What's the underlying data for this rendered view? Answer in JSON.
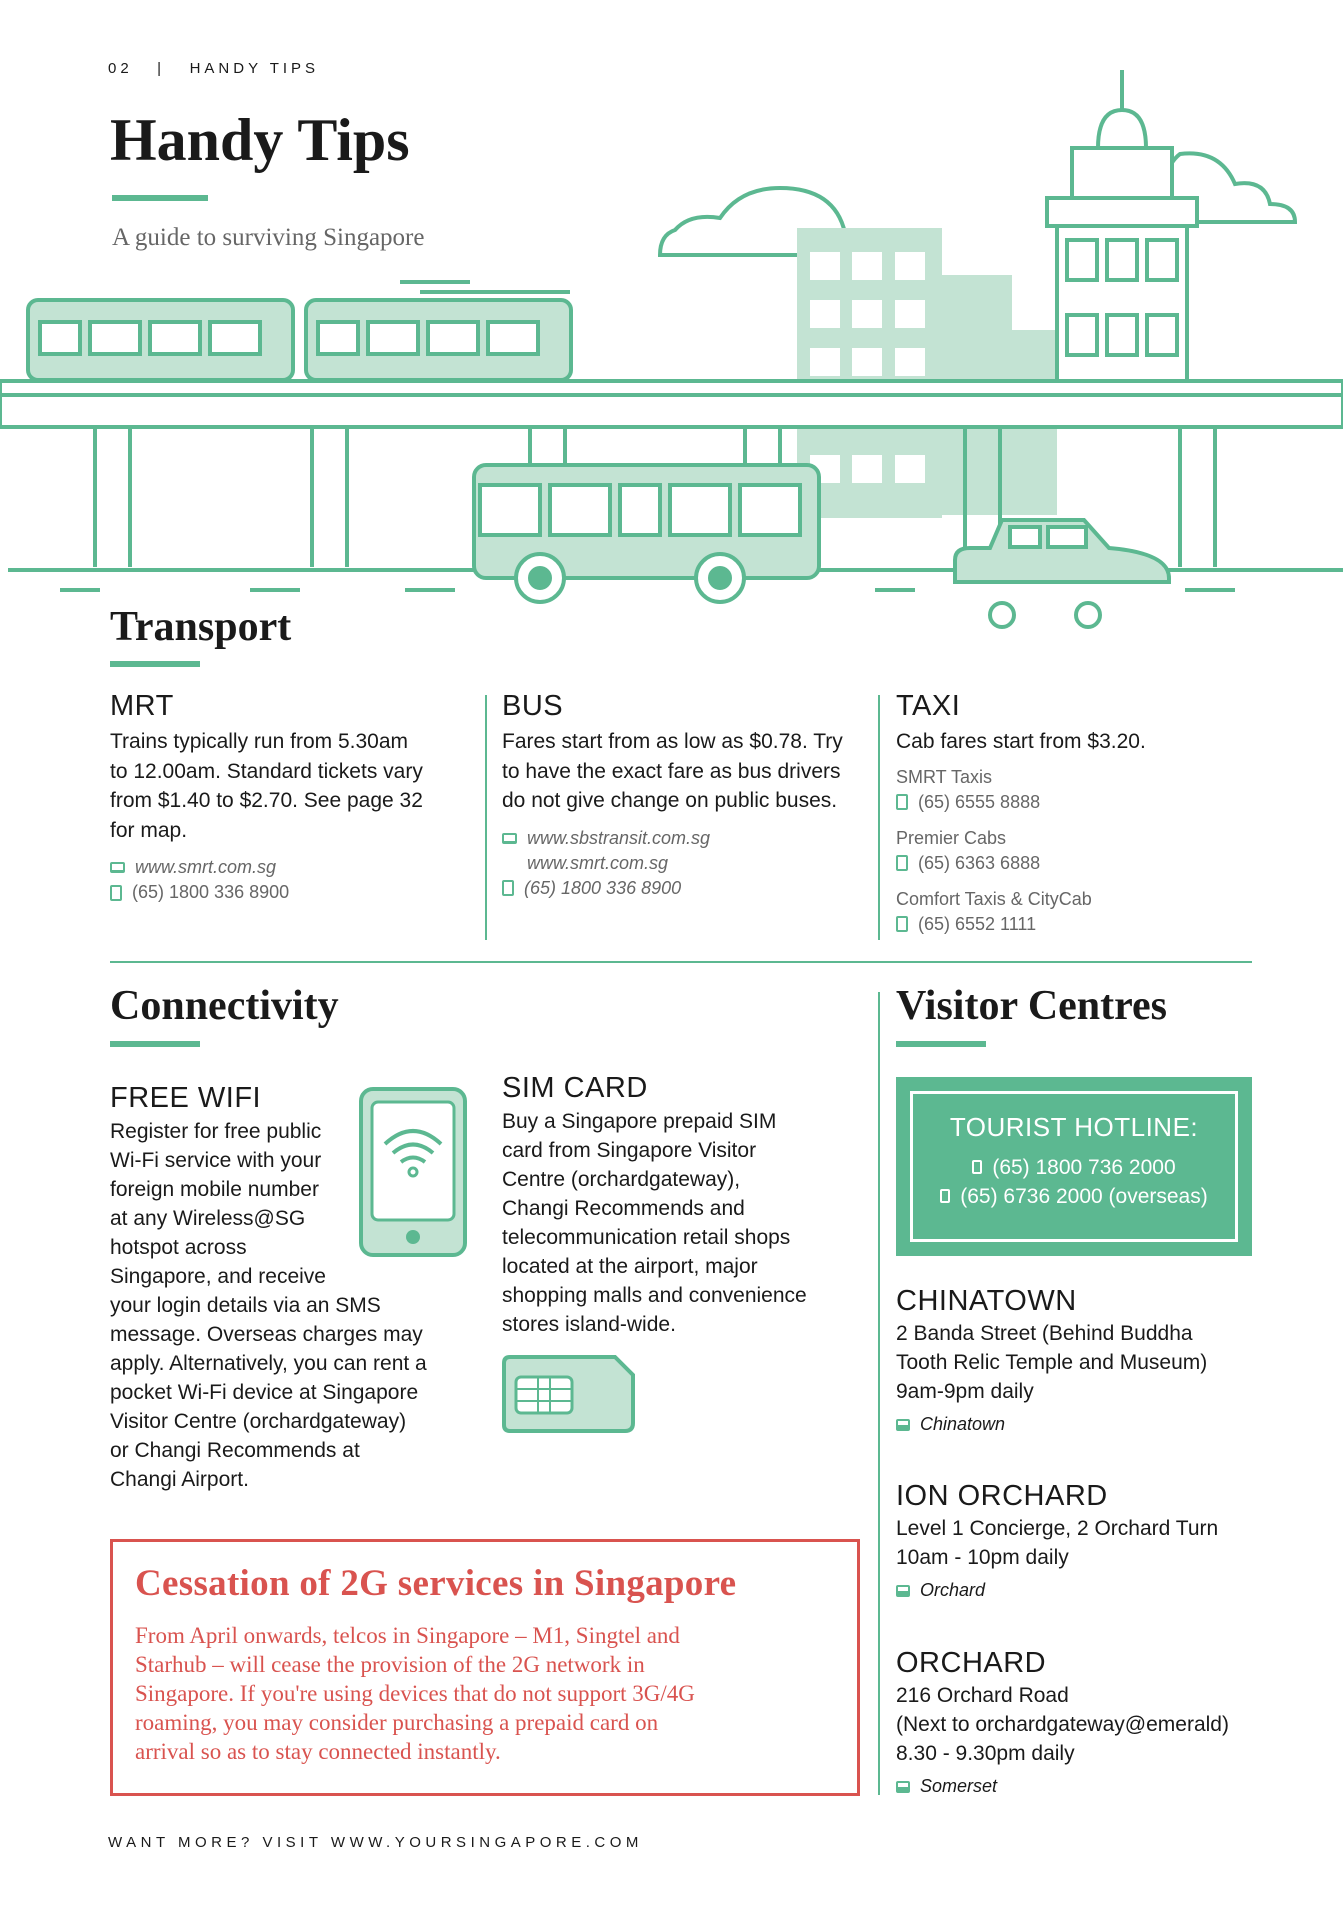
{
  "header": {
    "page_label": "02   |   HANDY TIPS"
  },
  "title": "Handy Tips",
  "subtitle": "A guide to surviving Singapore",
  "transport": {
    "title": "Transport",
    "mrt": {
      "heading": "MRT",
      "body": [
        "Trains typically run from 5.30am",
        "to 12.00am. Standard tickets vary",
        "from $1.40 to $2.70. See page 32",
        "for map."
      ],
      "website": "www.smrt.com.sg",
      "phone": "(65) 1800 336 8900"
    },
    "bus": {
      "heading": "BUS",
      "body": [
        "Fares start from as low as $0.78. Try",
        "to have the exact fare as bus drivers",
        "do not give change on public buses."
      ],
      "websites": [
        "www.sbstransit.com.sg",
        "www.smrt.com.sg"
      ],
      "phone": "(65) 1800 336 8900"
    },
    "taxi": {
      "heading": "TAXI",
      "body": "Cab fares start from $3.20.",
      "companies": [
        {
          "name": "SMRT Taxis",
          "phone": "(65) 6555 8888"
        },
        {
          "name": "Premier Cabs",
          "phone": "(65) 6363 6888"
        },
        {
          "name": "Comfort Taxis & CityCab",
          "phone": "(65) 6552 1111"
        }
      ]
    }
  },
  "connectivity": {
    "title": "Connectivity",
    "wifi": {
      "heading": "FREE WIFI",
      "body": [
        "Register for free public",
        "Wi-Fi service with your",
        "foreign mobile number",
        "at any Wireless@SG",
        "hotspot across",
        "Singapore, and receive",
        "your login details via an SMS",
        "message. Overseas charges may",
        "apply.  Alternatively, you can rent a",
        "pocket Wi-Fi device at Singapore",
        "Visitor Centre (orchardgateway)",
        "or Changi Recommends at",
        "Changi Airport."
      ]
    },
    "sim": {
      "heading": "SIM CARD",
      "body": [
        "Buy a Singapore prepaid SIM",
        "card from Singapore Visitor",
        "Centre (orchardgateway),",
        "Changi Recommends and",
        "telecommunication retail shops",
        "located at the airport, major",
        "shopping malls and convenience",
        "stores island-wide."
      ]
    },
    "notice": {
      "title": "Cessation of 2G services in Singapore",
      "body": [
        "From April onwards, telcos in Singapore – M1, Singtel and",
        "Starhub – will cease the provision of the 2G network in",
        "Singapore. If you're using devices that do not support 3G/4G",
        "roaming, you may consider purchasing a prepaid card on",
        "arrival so as to stay connected instantly."
      ]
    }
  },
  "visitor": {
    "title": "Visitor Centres",
    "hotline": {
      "label": "TOURIST HOTLINE:",
      "phones": [
        "(65) 1800 736 2000",
        "(65) 6736 2000 (overseas)"
      ]
    },
    "centres": [
      {
        "name": "CHINATOWN",
        "lines": [
          "2 Banda Street (Behind Buddha",
          "Tooth Relic Temple and Museum)",
          "9am-9pm daily"
        ],
        "station": "Chinatown"
      },
      {
        "name": "ION ORCHARD",
        "lines": [
          "Level 1 Concierge, 2 Orchard Turn",
          "10am - 10pm daily"
        ],
        "station": "Orchard"
      },
      {
        "name": "ORCHARD",
        "lines": [
          "216 Orchard Road",
          "(Next to orchardgateway@emerald)",
          "8.30 - 9.30pm daily"
        ],
        "station": "Somerset"
      }
    ]
  },
  "footer": "WANT MORE? VISIT WWW.YOURSINGAPORE.COM",
  "colors": {
    "accent": "#5cb891",
    "light": "#c3e3d3",
    "alert": "#d9534f"
  }
}
